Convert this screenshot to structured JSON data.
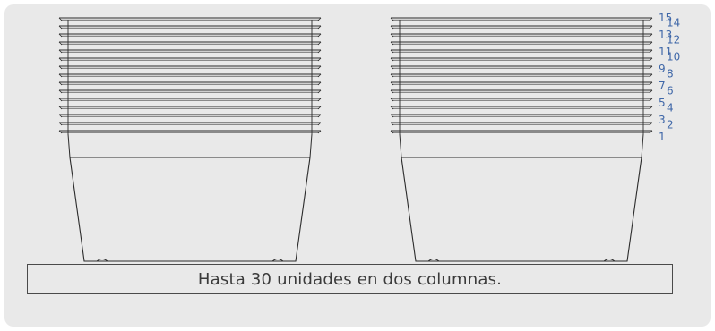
{
  "caption": "Hasta 30 unidades en dos columnas.",
  "colors": {
    "background": "#e9e9e9",
    "stroke": "#2b2b2b",
    "number_color": "#3f67a8"
  },
  "stacks": [
    {
      "name": "left",
      "tray_count": 15,
      "labels": []
    },
    {
      "name": "right",
      "tray_count": 15,
      "labels": [
        "1",
        "2",
        "3",
        "4",
        "5",
        "6",
        "7",
        "8",
        "9",
        "10",
        "11",
        "12",
        "13",
        "14",
        "15"
      ]
    }
  ]
}
